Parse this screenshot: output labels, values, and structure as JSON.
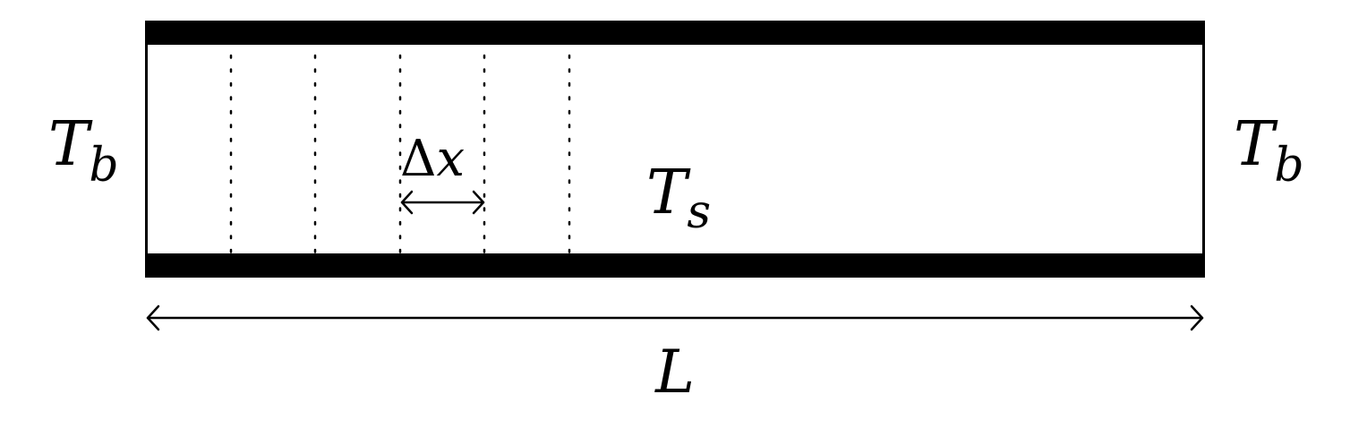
{
  "diagram": {
    "left_temperature": {
      "symbol": "T",
      "subscript": "b"
    },
    "right_temperature": {
      "symbol": "T",
      "subscript": "b"
    },
    "surroundings_temperature": {
      "symbol": "T",
      "subscript": "s"
    },
    "segment_width": {
      "delta": "Δ",
      "variable": "x"
    },
    "length_label": "L",
    "segment_count": 5,
    "colors": {
      "stroke": "#000000",
      "background": "#ffffff"
    }
  }
}
